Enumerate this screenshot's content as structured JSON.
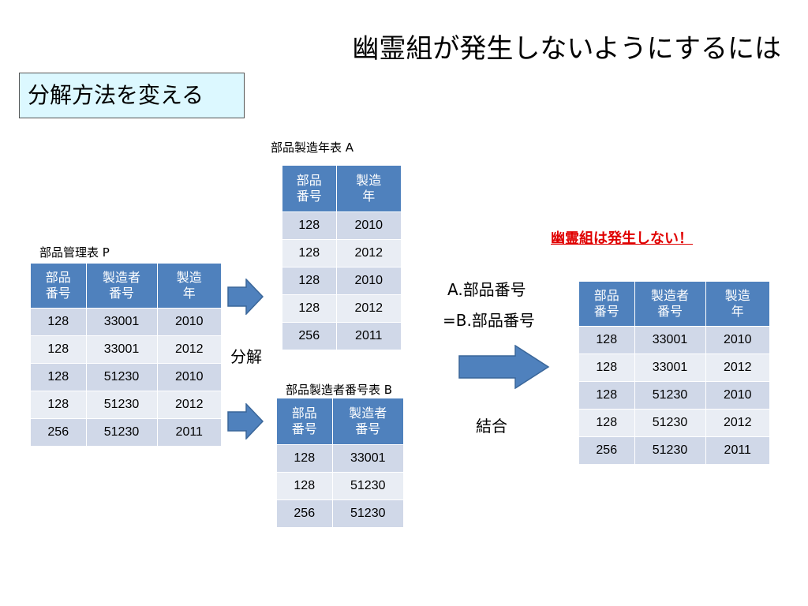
{
  "title": "幽霊組が発生しないようにするには",
  "method_box": "分解方法を変える",
  "labels": {
    "decompose": "分解",
    "join": "結合",
    "condition_line1": "A.部品番号",
    "condition_line2": "=B.部品番号",
    "no_ghost": "幽霊組は発生しない！"
  },
  "tables": {
    "p": {
      "caption": "部品管理表 P",
      "headers": [
        "部品\n番号",
        "製造者\n番号",
        "製造\n年"
      ],
      "rows": [
        [
          "128",
          "33001",
          "2010"
        ],
        [
          "128",
          "33001",
          "2012"
        ],
        [
          "128",
          "51230",
          "2010"
        ],
        [
          "128",
          "51230",
          "2012"
        ],
        [
          "256",
          "51230",
          "2011"
        ]
      ]
    },
    "a": {
      "caption": "部品製造年表 A",
      "headers": [
        "部品\n番号",
        "製造\n年"
      ],
      "rows": [
        [
          "128",
          "2010"
        ],
        [
          "128",
          "2012"
        ],
        [
          "128",
          "2010"
        ],
        [
          "128",
          "2012"
        ],
        [
          "256",
          "2011"
        ]
      ]
    },
    "b": {
      "caption": "部品製造者番号表 B",
      "headers": [
        "部品\n番号",
        "製造者\n番号"
      ],
      "rows": [
        [
          "128",
          "33001"
        ],
        [
          "128",
          "51230"
        ],
        [
          "256",
          "51230"
        ]
      ]
    },
    "result": {
      "caption": "",
      "headers": [
        "部品\n番号",
        "製造者\n番号",
        "製造\n年"
      ],
      "rows": [
        [
          "128",
          "33001",
          "2010"
        ],
        [
          "128",
          "33001",
          "2012"
        ],
        [
          "128",
          "51230",
          "2010"
        ],
        [
          "128",
          "51230",
          "2012"
        ],
        [
          "256",
          "51230",
          "2011"
        ]
      ]
    }
  },
  "colors": {
    "header_blue": "#4f81bd",
    "row_light": "#e9edf4",
    "row_dark": "#d0d8e8",
    "arrow_fill": "#4f81bd",
    "highlight_box": "#dcf8ff",
    "alert_red": "#e00000"
  }
}
